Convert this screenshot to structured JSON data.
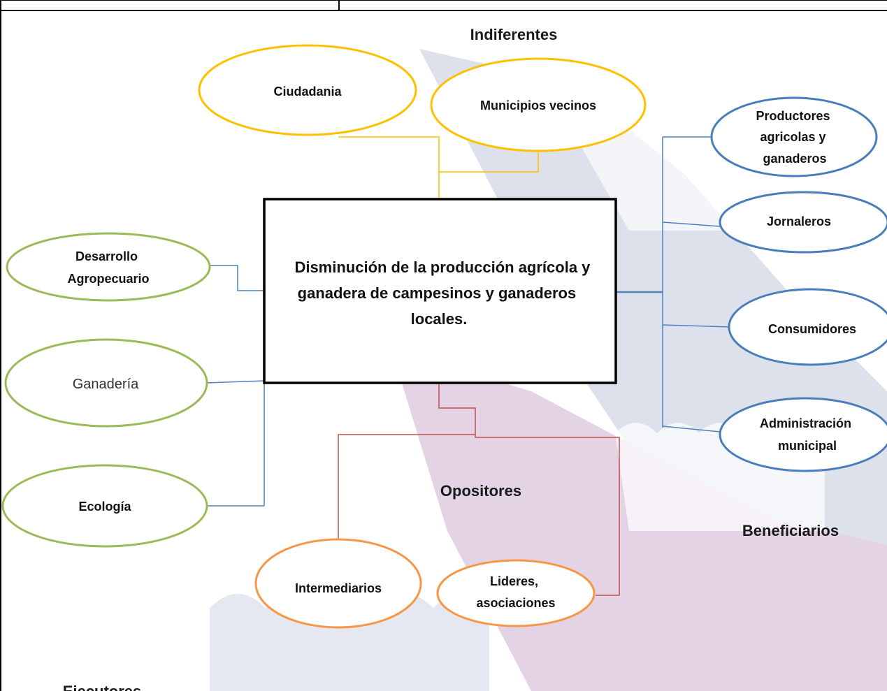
{
  "groups": {
    "indiferentes": "Indiferentes",
    "opositores": "Opositores",
    "beneficiarios": "Beneficiarios",
    "ejecutores": "Ejecutores"
  },
  "central": {
    "line1": "Disminución de la producción agrícola y",
    "line2": "ganadera  de campesinos y ganaderos",
    "line3": "locales."
  },
  "indiferentes": {
    "ciudadania": "Ciudadania",
    "municipios_vecinos": "Municipios vecinos"
  },
  "beneficiarios": {
    "productores": [
      "Productores",
      "agricolas y",
      "ganaderos"
    ],
    "jornaleros": "Jornaleros",
    "consumidores": "Consumidores",
    "administracion": [
      "Administración",
      "municipal"
    ]
  },
  "ejecutores": {
    "desarrollo": [
      "Desarrollo",
      "Agropecuario"
    ],
    "ganaderia": "Ganadería",
    "ecologia": "Ecología"
  },
  "opositores": {
    "intermediarios": "Intermediarios",
    "lideres": [
      "Lideres,",
      "asociaciones"
    ]
  },
  "colors": {
    "indiferentes": "#FFC000",
    "beneficiarios": "#4A7EBB",
    "ejecutores": "#9BBB59",
    "opositores": "#F79646",
    "opositores_line": "#C0504D",
    "connector_blue": "#4F81BD",
    "watermark_blue": "#DDE1EC",
    "watermark_purple": "#E4D3E4"
  }
}
